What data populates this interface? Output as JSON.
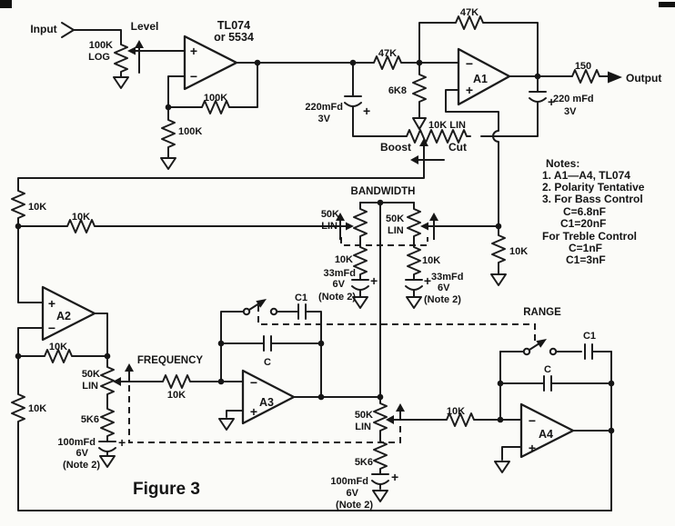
{
  "figure": {
    "caption": "Figure 3"
  },
  "io": {
    "input": "Input",
    "output": "Output"
  },
  "controls": {
    "level": "Level",
    "boost": "Boost",
    "cut": "Cut",
    "bandwidth": "BANDWIDTH",
    "frequency": "FREQUENCY",
    "range": "RANGE"
  },
  "sym": {
    "plus": "+",
    "minus": "−"
  },
  "opamps": {
    "u1": {
      "line1": "TL074",
      "line2": "or 5534"
    },
    "a1": "A1",
    "a2": "A2",
    "a3": "A3",
    "a4": "A4"
  },
  "resistors": {
    "input_pot": {
      "value": "100K",
      "taper": "LOG"
    },
    "u1_feedback": "100K",
    "u1_ground": "100K",
    "a1_input": "47K",
    "a1_feedback": "47K",
    "r6k8": "6K8",
    "boost_cut_pot": "10K LIN",
    "output": "150",
    "rail_vertical": "10K",
    "rail_horizontal": "10K",
    "bw_pot": {
      "value": "50K",
      "taper": "LIN"
    },
    "bw_left": "10K",
    "bw_right": "10K",
    "right_rail": "10K",
    "a2_feedback": "10K",
    "freq_pot": {
      "value": "50K",
      "taper": "LIN"
    },
    "r5k6": "5K6",
    "left_lower": "10K",
    "freq_series": "10K",
    "a4_input": "10K"
  },
  "capacitors": {
    "c220_input": {
      "value": "220mFd",
      "voltage": "3V"
    },
    "c220_output": {
      "value": "220 mFd",
      "voltage": "3V"
    },
    "c33": {
      "value": "33mFd",
      "voltage": "6V",
      "note": "(Note 2)"
    },
    "c100": {
      "value": "100mFd",
      "voltage": "6V",
      "note": "(Note 2)"
    },
    "c": "C",
    "c1": "C1"
  },
  "notes": {
    "heading": "Notes:",
    "items": [
      "1. A1—A4, TL074",
      "2. Polarity Tentative",
      "3. For Bass Control",
      "C=6.8nF",
      "C1=20nF",
      "For Treble Control",
      "C=1nF",
      "C1=3nF"
    ]
  }
}
